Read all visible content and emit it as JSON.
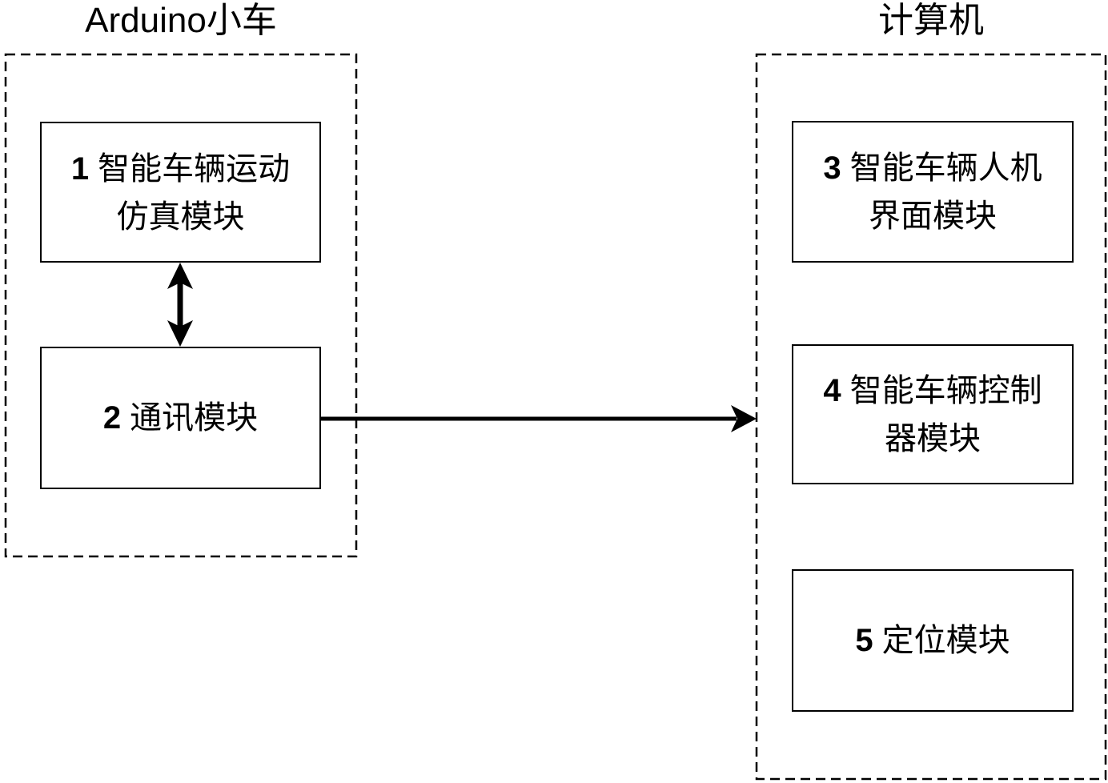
{
  "diagram": {
    "background_color": "#ffffff",
    "ink_color": "#000000",
    "left_group": {
      "title": "Arduino小车",
      "modules": [
        {
          "num": "1",
          "line1": "智能车辆运动",
          "line2": "仿真模块"
        },
        {
          "num": "2",
          "line1": "通讯模块"
        }
      ]
    },
    "right_group": {
      "title": "计算机",
      "modules": [
        {
          "num": "3",
          "line1": "智能车辆人机",
          "line2": "界面模块"
        },
        {
          "num": "4",
          "line1": "智能车辆控制",
          "line2": "器模块"
        },
        {
          "num": "5",
          "line1": "定位模块"
        }
      ]
    },
    "connections": [
      {
        "from": "module-1",
        "to": "module-2",
        "style": "double-headed-vertical-arrow"
      },
      {
        "from": "module-2",
        "to": "computer-group",
        "style": "single-headed-horizontal-arrow"
      }
    ]
  }
}
